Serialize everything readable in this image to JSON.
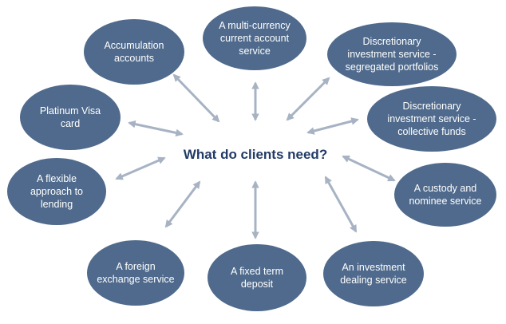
{
  "center": {
    "label": "What do clients need?"
  },
  "nodes": [
    {
      "id": "multi-currency",
      "label": "A multi-currency\ncurrent account\nservice"
    },
    {
      "id": "discretionary-segregated",
      "label": "Discretionary\ninvestment service -\nsegregated portfolios"
    },
    {
      "id": "discretionary-collective",
      "label": "Discretionary\ninvestment service -\ncollective funds"
    },
    {
      "id": "custody-nominee",
      "label": "A custody and\nnominee service"
    },
    {
      "id": "investment-dealing",
      "label": "An investment\ndealing service"
    },
    {
      "id": "fixed-term-deposit",
      "label": "A fixed term\ndeposit"
    },
    {
      "id": "foreign-exchange",
      "label": "A foreign\nexchange service"
    },
    {
      "id": "flexible-lending",
      "label": "A flexible\napproach to\nlending"
    },
    {
      "id": "platinum-visa",
      "label": "Platinum Visa\ncard"
    },
    {
      "id": "accumulation-accounts",
      "label": "Accumulation\naccounts"
    }
  ],
  "colors": {
    "node_fill": "#4f6a8c",
    "node_text": "#ffffff",
    "center_text": "#223a66",
    "arrow": "#a7b3c3"
  }
}
